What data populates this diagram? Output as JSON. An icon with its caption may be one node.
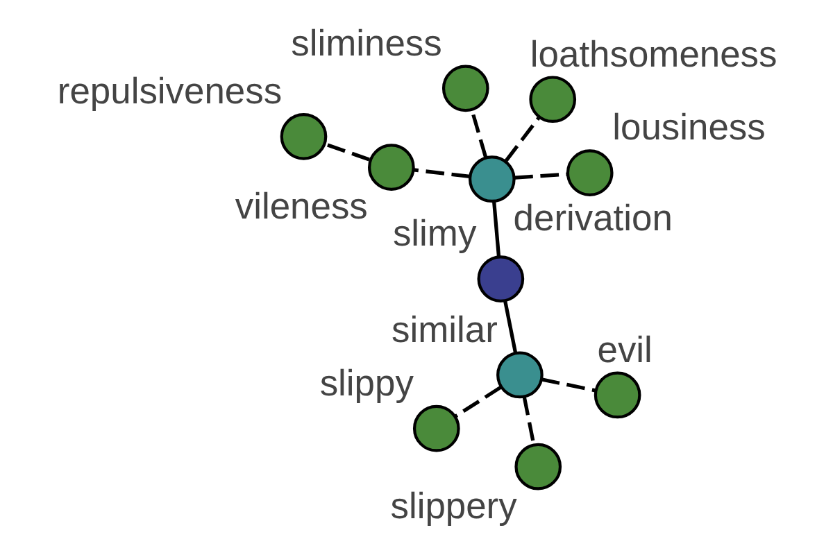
{
  "diagram": {
    "nodes": [
      {
        "text": [
          "slimy"
        ]
      },
      {
        "text": [
          "derivation"
        ]
      },
      {
        "text": [
          "similar"
        ]
      },
      {
        "text": [
          "sliminess"
        ]
      },
      {
        "text": [
          "loathsomeness"
        ]
      },
      {
        "text": [
          "vileness"
        ]
      },
      {
        "text": [
          "repulsiveness"
        ]
      },
      {
        "text": [
          "lousiness"
        ]
      },
      {
        "text": [
          "slippy"
        ]
      },
      {
        "text": [
          "slippery"
        ]
      },
      {
        "text": [
          "evil"
        ]
      }
    ],
    "edges": [
      {
        "from": 0,
        "to": 1,
        "arrow": "none"
      },
      {
        "from": 0,
        "to": 2,
        "arrow": "none"
      },
      {
        "from": 1,
        "to": 3,
        "arrow": "none",
        "style": "dashed"
      },
      {
        "from": 1,
        "to": 4,
        "arrow": "none",
        "style": "dashed"
      },
      {
        "from": 1,
        "to": 5,
        "arrow": "none",
        "style": "dashed"
      },
      {
        "from": 5,
        "to": 6,
        "arrow": "none",
        "style": "dashed"
      },
      {
        "from": 1,
        "to": 7,
        "arrow": "none",
        "style": "dashed"
      },
      {
        "from": 2,
        "to": 8,
        "arrow": "none",
        "style": "dashed"
      },
      {
        "from": 2,
        "to": 9,
        "arrow": "none",
        "style": "dashed"
      },
      {
        "from": 2,
        "to": 10,
        "arrow": "none",
        "style": "dashed"
      }
    ]
  }
}
